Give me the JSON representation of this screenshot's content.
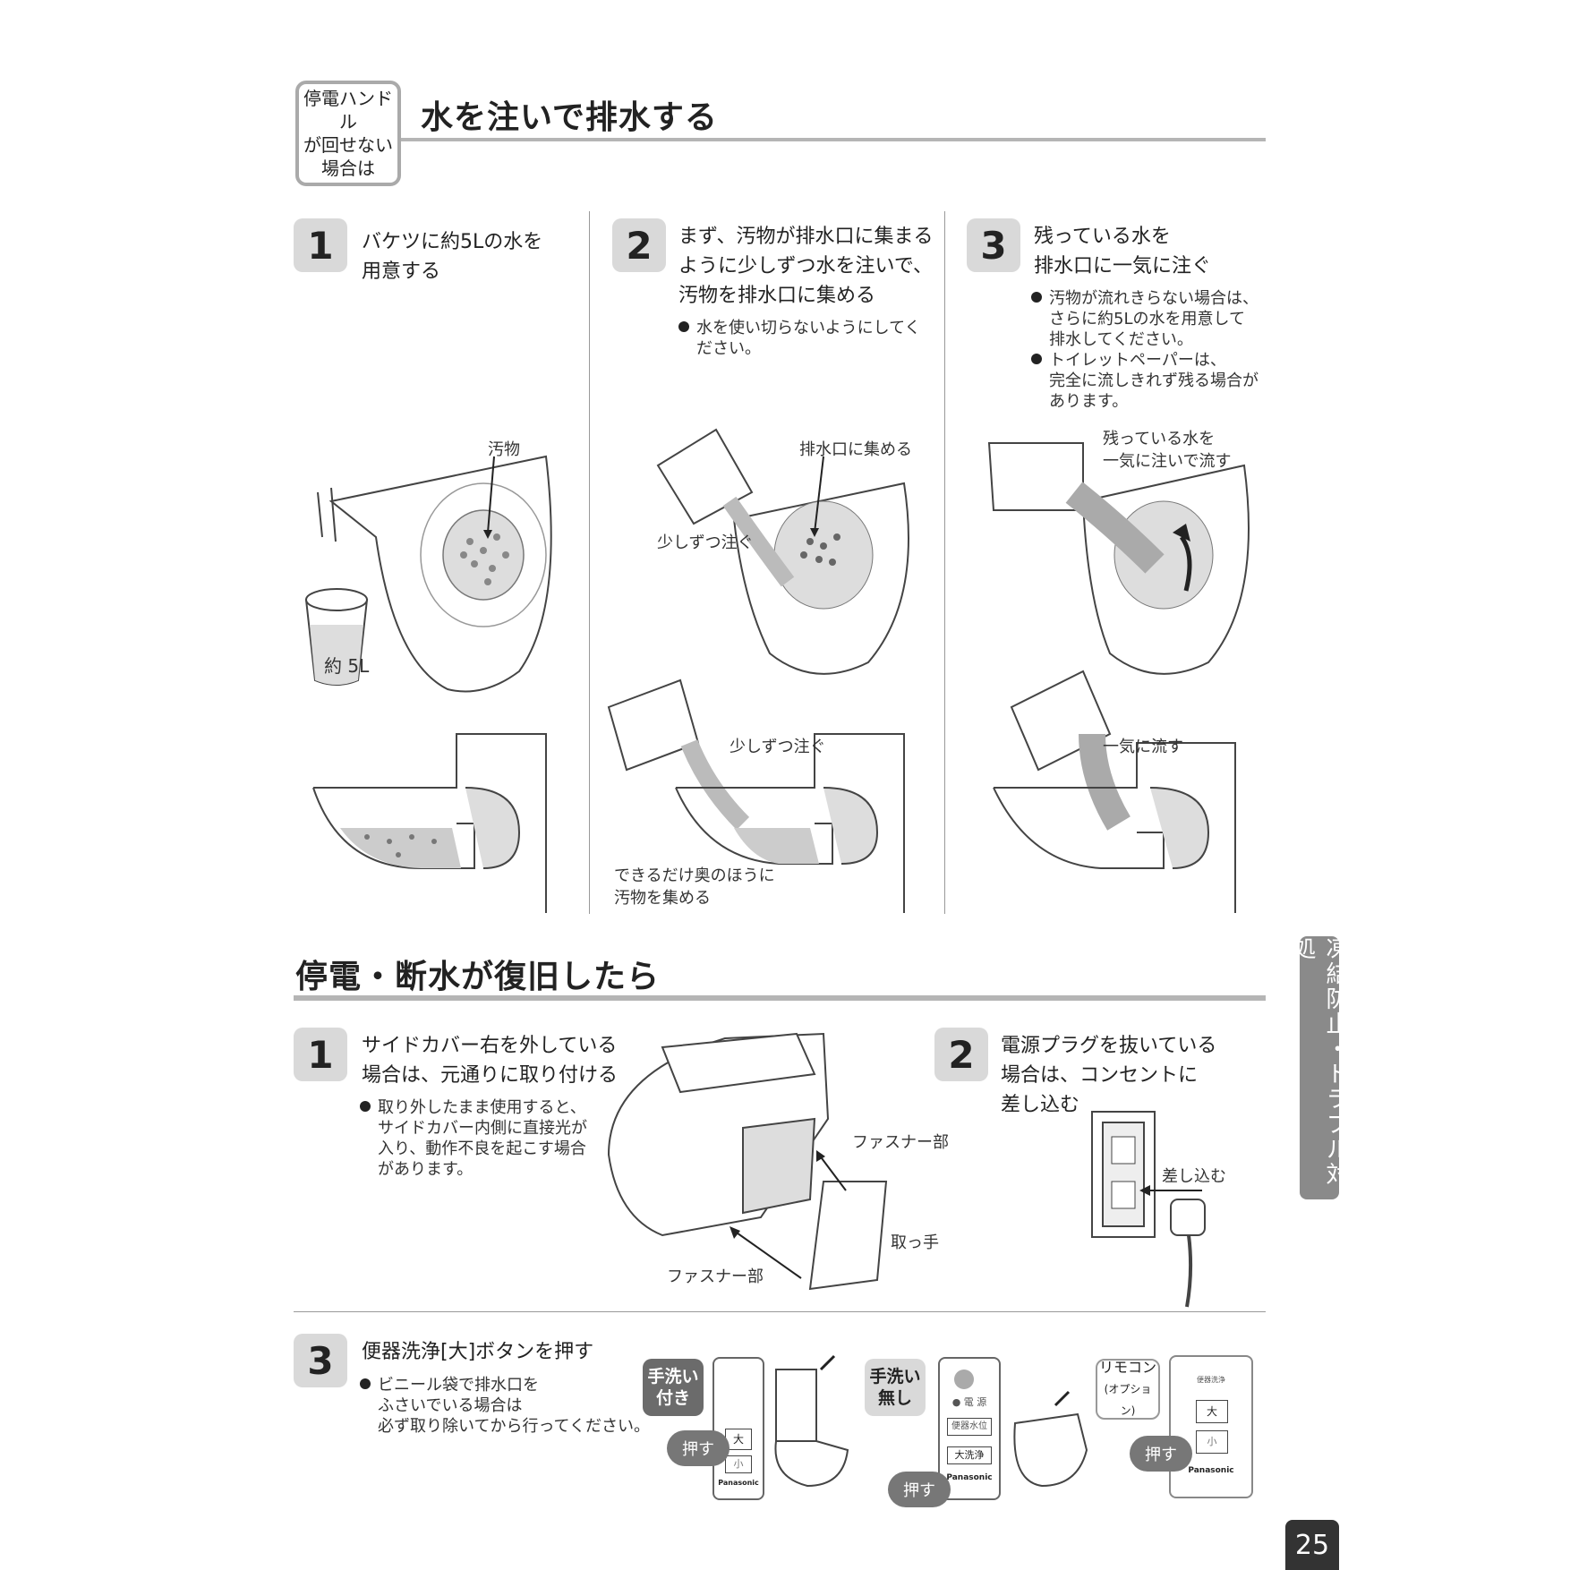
{
  "section1": {
    "label_lines": [
      "停電ハンドル",
      "が回せない",
      "場合は"
    ],
    "title": "水を注いで排水する",
    "steps": [
      {
        "num": "1",
        "lines": [
          "バケツに約5Lの水を",
          "用意する"
        ],
        "bullets": []
      },
      {
        "num": "2",
        "lines": [
          "まず、汚物が排水口に集まる",
          "ように少しずつ水を注いで、",
          "汚物を排水口に集める"
        ],
        "bullets": [
          [
            "水を使い切らないようにしてく",
            "ださい。"
          ]
        ]
      },
      {
        "num": "3",
        "lines": [
          "残っている水を",
          "排水口に一気に注ぐ"
        ],
        "bullets": [
          [
            "汚物が流れきらない場合は、",
            "さらに約5Lの水を用意して",
            "排水してください。"
          ],
          [
            "トイレットペーパーは、",
            "完全に流しきれず残る場合が",
            "あります。"
          ]
        ]
      }
    ],
    "captions": {
      "filth": "汚物",
      "bucket": "約 5L",
      "collect": "排水口に集める",
      "pour_slowly_top": "少しずつ注ぐ",
      "pour_slowly_bottom": "少しずつ注ぐ",
      "back": [
        "できるだけ奥のほうに",
        "汚物を集める"
      ],
      "remaining": [
        "残っている水を",
        "一気に注いで流す"
      ],
      "flush_at_once": "一気に流す"
    }
  },
  "section2": {
    "title": "停電・断水が復旧したら",
    "steps": [
      {
        "num": "1",
        "lines": [
          "サイドカバー右を外している",
          "場合は、元通りに取り付ける"
        ],
        "bullets": [
          [
            "取り外したまま使用すると、",
            "サイドカバー内側に直接光が",
            "入り、動作不良を起こす場合",
            "があります。"
          ]
        ]
      },
      {
        "num": "2",
        "lines": [
          "電源プラグを抜いている",
          "場合は、コンセントに",
          "差し込む"
        ],
        "bullets": []
      },
      {
        "num": "3",
        "lines": [
          "便器洗浄[大]ボタンを押す"
        ],
        "bullets": [
          [
            "ビニール袋で排水口を",
            "ふさいでいる場合は",
            "必ず取り除いてから行ってください。"
          ]
        ]
      }
    ],
    "captions": {
      "fastener_top": "ファスナー部",
      "handle": "取っ手",
      "fastener_bottom": "ファスナー部",
      "plug_in": "差し込む",
      "with_basin": [
        "手洗い",
        "付き"
      ],
      "without_basin": [
        "手洗い",
        "無し"
      ],
      "remote": [
        "リモコン",
        "(オプション)"
      ],
      "press": "押す",
      "btn_large": "大",
      "btn_small": "小",
      "btn_power": "● 電 源",
      "btn_water": "便器水位",
      "btn_large_flush": "大洗浄",
      "brand": "Panasonic",
      "remote_header": "便器洗浄"
    }
  },
  "sidetab": "凍結防止・トラブル対処",
  "page_number": "25"
}
